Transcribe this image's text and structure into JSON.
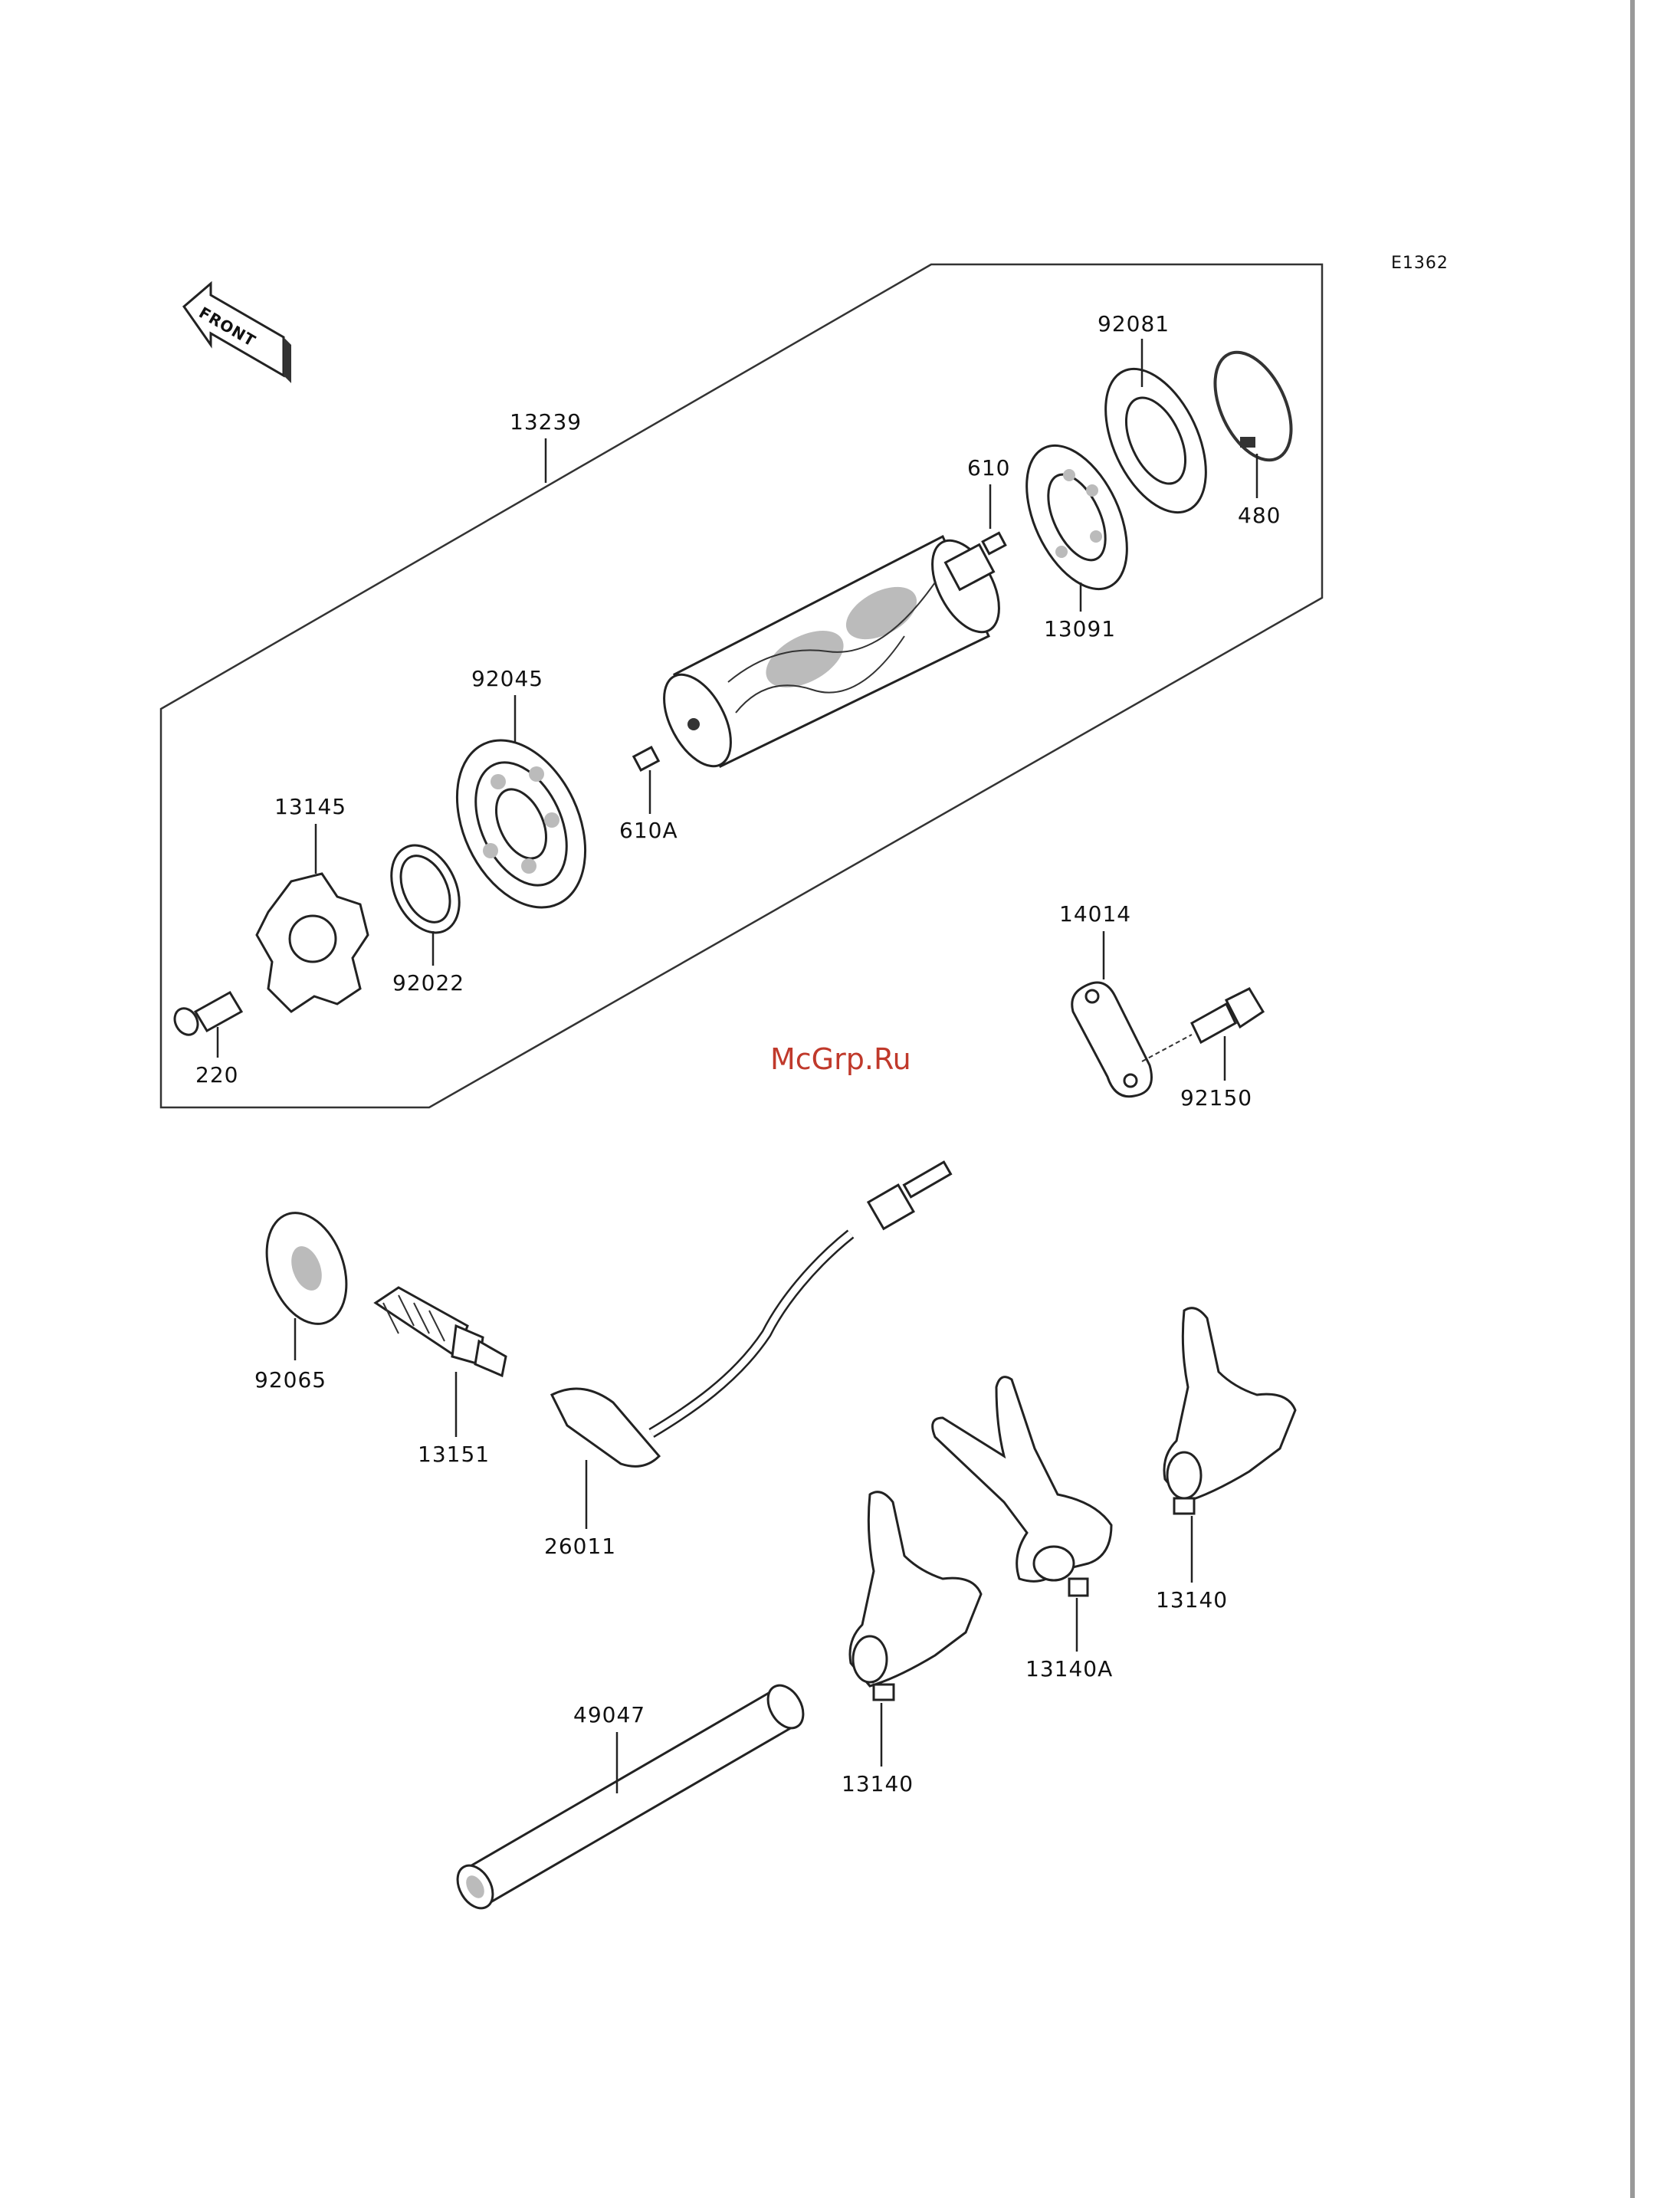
{
  "diagram": {
    "code": "E1362",
    "watermark": "McGrp.Ru",
    "front_arrow_text": "FRONT"
  },
  "parts": {
    "p13239": "13239",
    "p92081": "92081",
    "p610": "610",
    "p480": "480",
    "p13091": "13091",
    "p92045": "92045",
    "p610A": "610A",
    "p13145": "13145",
    "p92022": "92022",
    "p220": "220",
    "p14014": "14014",
    "p92150": "92150",
    "p92065": "92065",
    "p13151": "13151",
    "p26011": "26011",
    "p13140_right": "13140",
    "p13140A": "13140A",
    "p13140_left": "13140",
    "p49047": "49047"
  }
}
